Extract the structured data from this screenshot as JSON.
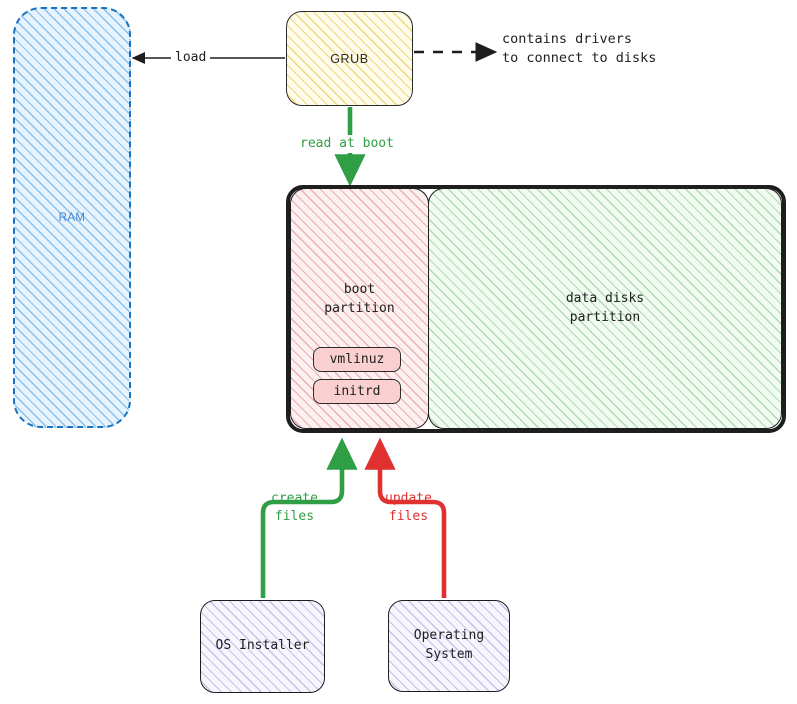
{
  "diagram": {
    "title": "Linux boot partition and disk layout",
    "style": "hand-drawn sketch",
    "colors": {
      "ram_stroke": "#1971c2",
      "ram_fill": "#e7f3fd",
      "ram_text": "#4187d6",
      "grub_fill": "#fffcec",
      "grub_stroke": "#2b2b2b",
      "boot_partition_fill": "#fdf0f0",
      "data_partition_fill": "#f1fbf2",
      "file_chip_fill": "#f9cfcf",
      "app_box_fill": "#f7f6fd",
      "green_arrow": "#2f9e44",
      "red_arrow": "#e03131",
      "black_stroke": "#1e1e1e"
    },
    "nodes": {
      "ram": {
        "label": "RAM"
      },
      "grub": {
        "label": "GRUB"
      },
      "boot_partition": {
        "label": "boot\npartition"
      },
      "data_partition": {
        "label": "data disks\npartition"
      },
      "vmlinuz": {
        "label": "vmlinuz"
      },
      "initrd": {
        "label": "initrd"
      },
      "os_installer": {
        "label": "OS Installer"
      },
      "operating_system": {
        "label": "Operating\nSystem"
      }
    },
    "edges": {
      "grub_to_ram": {
        "label": "load",
        "style": "solid",
        "color": "#1e1e1e"
      },
      "grub_drivers_note": {
        "label": "contains drivers\nto connect to disks",
        "style": "dashed",
        "color": "#1e1e1e"
      },
      "grub_to_boot": {
        "label": "read at boot",
        "style": "solid",
        "color": "#2f9e44"
      },
      "installer_to_boot": {
        "label": "create\nfiles",
        "style": "solid",
        "color": "#2f9e44"
      },
      "os_to_boot": {
        "label": "update\nfiles",
        "style": "solid",
        "color": "#e03131"
      }
    }
  }
}
